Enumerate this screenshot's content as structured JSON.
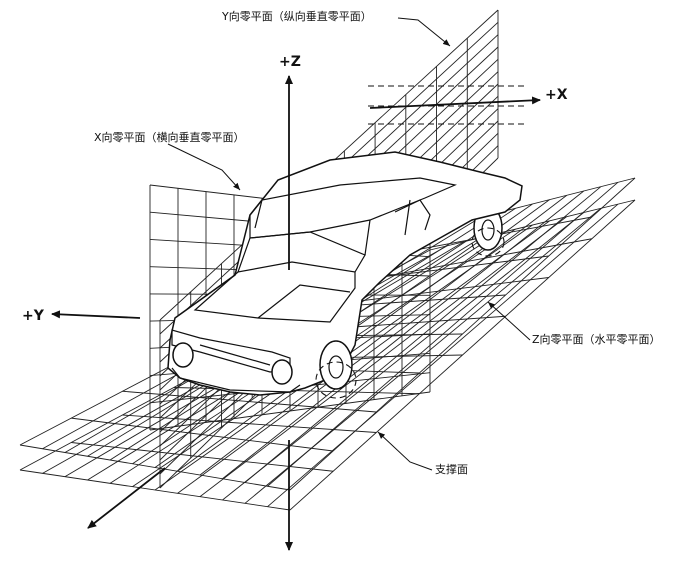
{
  "axes": {
    "plus_z": "+Z",
    "plus_x": "+X",
    "plus_y": "+Y"
  },
  "labels": {
    "y_zero_plane": "Y向零平面（纵向垂直零平面）",
    "x_zero_plane": "X向零平面（横向垂直零平面）",
    "z_zero_plane": "Z向零平面（水平零平面）",
    "support_plane": "支撑面"
  }
}
